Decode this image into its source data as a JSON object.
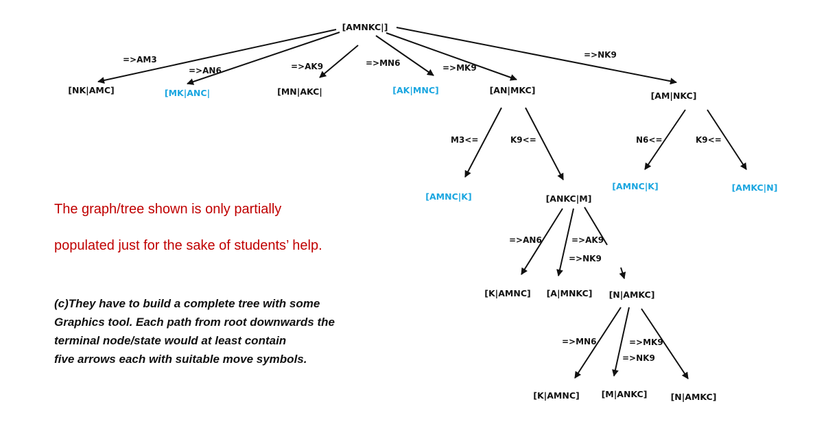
{
  "tree": {
    "root": "[AMNKC|]",
    "level1": [
      {
        "label": "[NK|AMC]",
        "move": "=>AM3",
        "color": "#111111"
      },
      {
        "label": "[MK|ANC|",
        "move": "=>AN6",
        "color": "#1aa6e0"
      },
      {
        "label": "[MN|AKC|",
        "move": "=>AK9",
        "color": "#111111"
      },
      {
        "label": "[AK|MNC]",
        "move": "=>MN6",
        "color": "#1aa6e0"
      },
      {
        "label": "[AN|MKC]",
        "move": "=>MK9",
        "color": "#111111"
      },
      {
        "label": "[AM|NKC]",
        "move": "=>NK9",
        "color": "#111111"
      }
    ],
    "an_mkc_children": [
      {
        "label": "[AMNC|K]",
        "move": "M3<=",
        "color": "#1aa6e0"
      },
      {
        "label": "[ANKC|M]",
        "move": "K9<=",
        "color": "#111111"
      }
    ],
    "am_nkc_children": [
      {
        "label": "[AMNC|K]",
        "move": "N6<=",
        "color": "#1aa6e0"
      },
      {
        "label": "[AMKC|N]",
        "move": "K9<=",
        "color": "#1aa6e0"
      }
    ],
    "ankc_m_children": [
      {
        "label": "[K|AMNC]",
        "move": "=>AN6"
      },
      {
        "label": "[A|MNKC]",
        "move": "=>AK9"
      },
      {
        "label": "[N|AMKC]",
        "move": "=>NK9"
      }
    ],
    "n_amkc_children": [
      {
        "label": "[K|AMNC]",
        "move": "=>MN6"
      },
      {
        "label": "[M|ANKC]",
        "move": "=>MK9"
      },
      {
        "label": "[N|AMKC]",
        "move": "=>NK9"
      }
    ]
  },
  "note": {
    "line1": "The graph/tree shown is only partially",
    "line2": "populated just for the sake of students’ help."
  },
  "task": {
    "line1": "(c)They have to build a complete tree with some",
    "line2": "Graphics tool. Each path from root downwards the",
    "line3": "terminal node/state would at least contain",
    "line4": "five arrows each with suitable move symbols."
  }
}
